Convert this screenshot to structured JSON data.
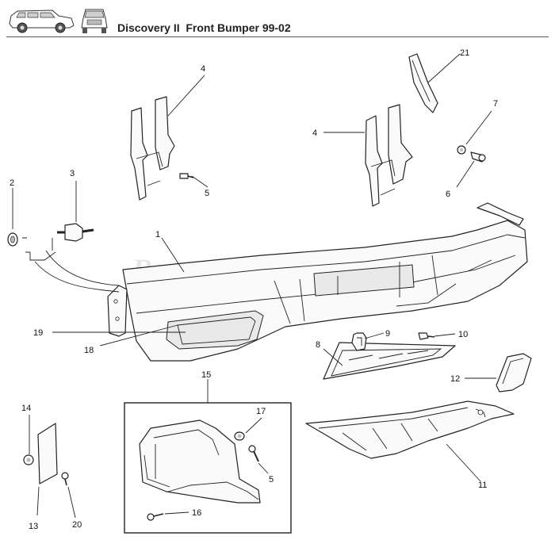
{
  "page": {
    "title": "Discovery II  Front Bumper 99-02",
    "watermark": "Rovers North"
  },
  "header_icons": [
    "vehicle-side-view-icon",
    "vehicle-front-view-icon"
  ],
  "callouts": {
    "c1": "1",
    "c2": "2",
    "c3": "3",
    "c4a": "4",
    "c4b": "4",
    "c5a": "5",
    "c5b": "5",
    "c6": "6",
    "c7": "7",
    "c8": "8",
    "c9": "9",
    "c10": "10",
    "c11": "11",
    "c12": "12",
    "c13": "13",
    "c14": "14",
    "c15": "15",
    "c16": "16",
    "c17": "17",
    "c18": "18",
    "c19": "19",
    "c20": "20",
    "c21": "21"
  }
}
